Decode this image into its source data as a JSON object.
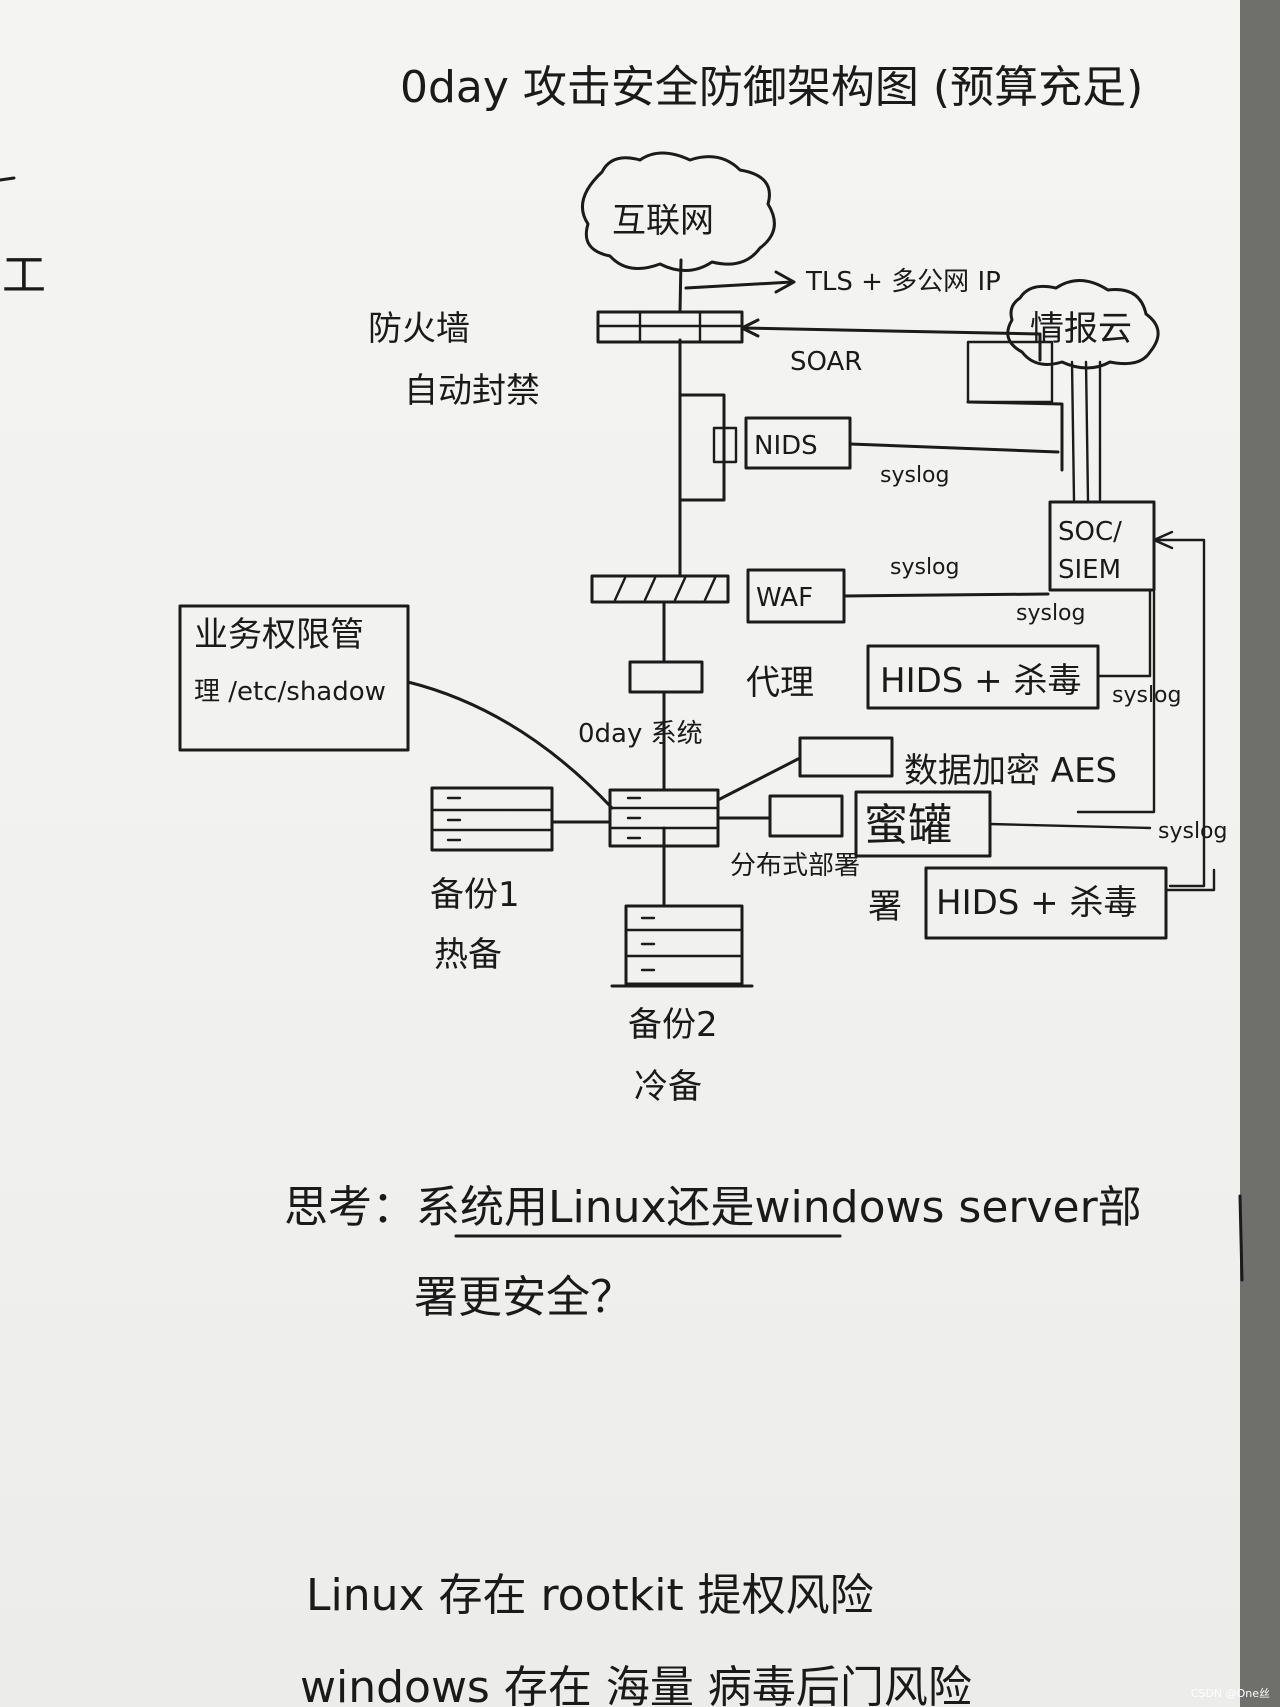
{
  "title": "0day 攻击安全防御架构图 (预算充足)",
  "margin_text": "工",
  "nodes": {
    "internet": "互联网",
    "tls_link": "TLS + 多公网 IP",
    "intel_cloud": "情报云",
    "firewall": "防火墙",
    "auto_ban": "自动封禁",
    "soar": "SOAR",
    "nids": "NIDS",
    "soc": "SOC/",
    "siem": "SIEM",
    "waf": "WAF",
    "proxy": "代理",
    "hids_1": "HIDS + 杀毒",
    "hids_2": "HIDS + 杀毒",
    "biz_perm_1": "业务权限管",
    "biz_perm_2": "理 /etc/shadow",
    "system": "0day 系统",
    "encryption": "数据加密 AES",
    "honeypot": "蜜罐",
    "distributed": "分布式部署",
    "backup1_a": "备份1",
    "backup1_b": "热备",
    "backup2_a": "备份2",
    "backup2_b": "冷备",
    "syslog": "syslog"
  },
  "thought_1": "思考：系统用Linux还是windows server部",
  "thought_2": "署更安全？",
  "risk_linux": "Linux 存在 rootkit 提权风险",
  "risk_windows": "windows 存在 海量 病毒后门风险",
  "watermark": "CSDN @One丝"
}
